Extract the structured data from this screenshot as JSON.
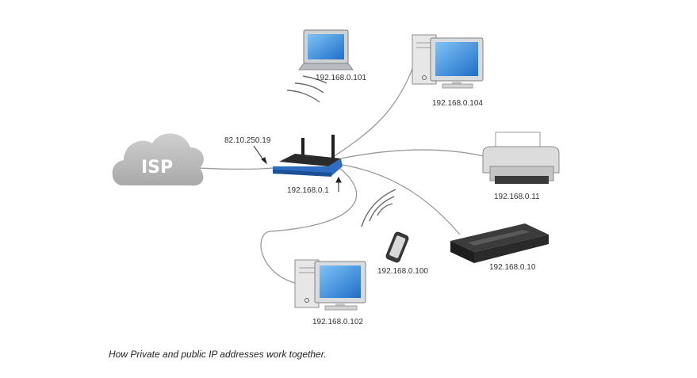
{
  "cloud": {
    "label": "ISP"
  },
  "router": {
    "public_ip": "82.10.250.19",
    "private_ip": "192.168.0.1"
  },
  "devices": {
    "laptop": {
      "ip": "192.168.0.101"
    },
    "desktop_top": {
      "ip": "192.168.0.104"
    },
    "printer": {
      "ip": "192.168.0.11"
    },
    "set_top_box": {
      "ip": "192.168.0.10"
    },
    "phone": {
      "ip": "192.168.0.100"
    },
    "desktop_bottom": {
      "ip": "192.168.0.102"
    }
  },
  "caption": "How Private and public IP addresses work together.",
  "colors": {
    "screen_blue": "#2f86d8",
    "router_blue": "#2d6cc0",
    "cable": "#9a9a9a",
    "cloud": "#b9b9b9"
  }
}
